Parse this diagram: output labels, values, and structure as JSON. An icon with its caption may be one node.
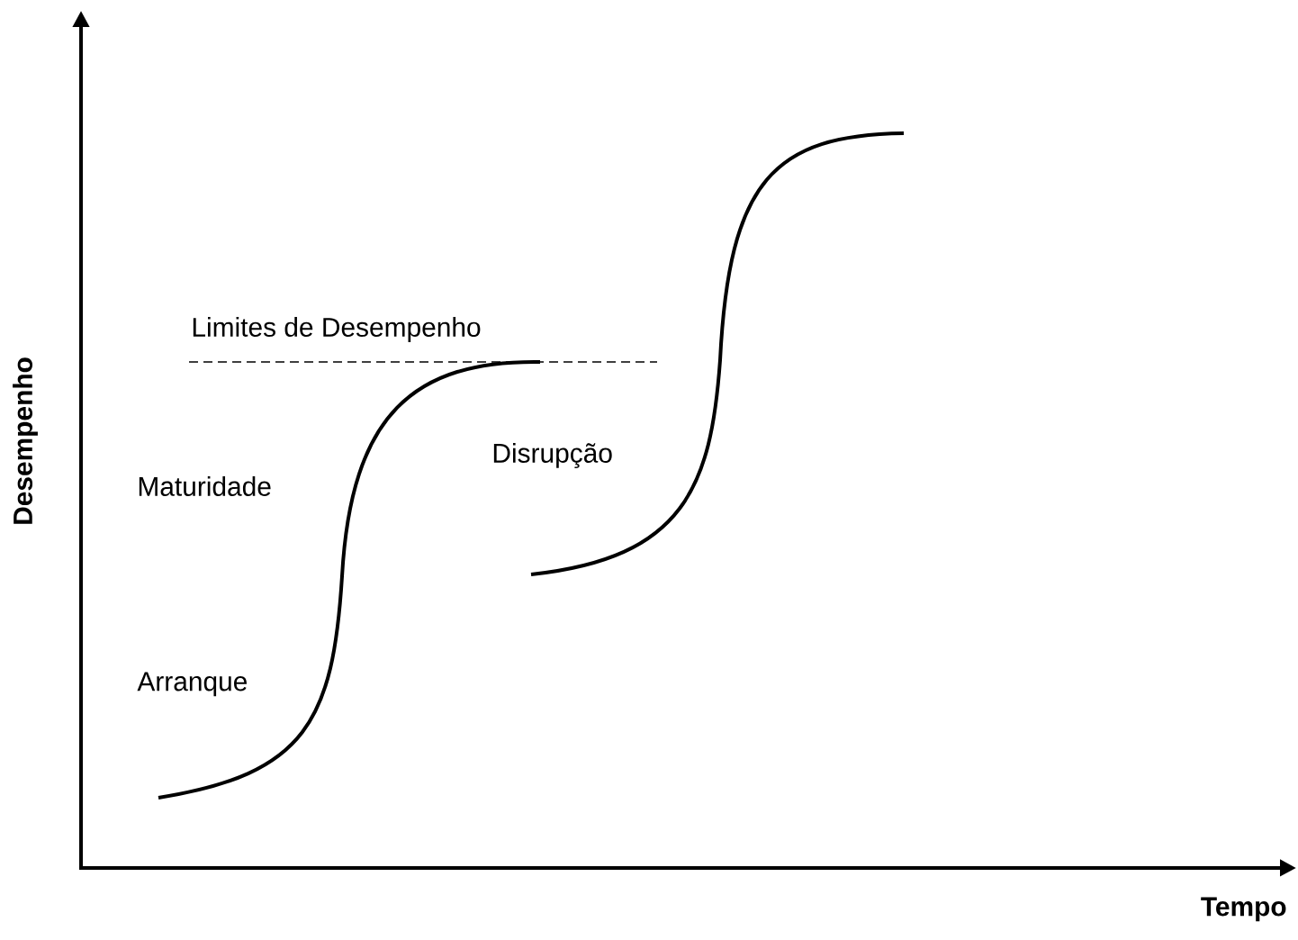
{
  "diagram": {
    "labels": [
      "Desempenho",
      "Limites de Desempenho",
      "Maturidade",
      "Disrupção",
      "Arranque",
      "Tempo"
    ]
  }
}
